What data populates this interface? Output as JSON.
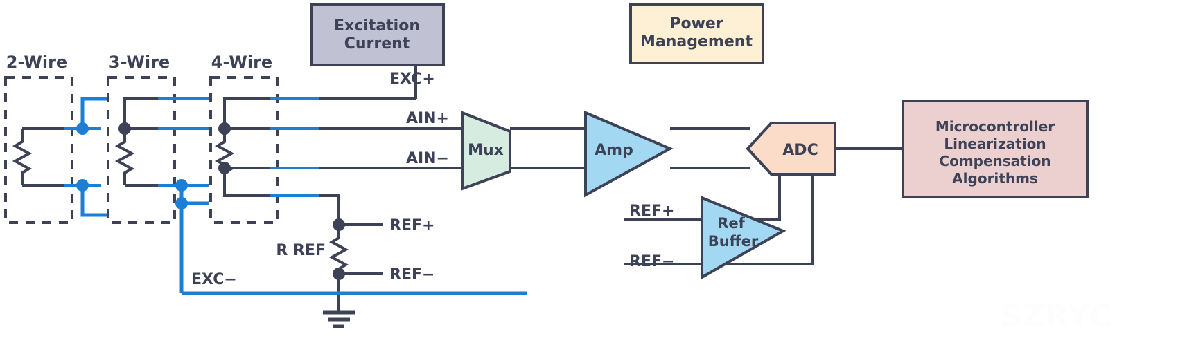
{
  "diagram": {
    "title_labels": {
      "two_wire": "2-Wire",
      "three_wire": "3-Wire",
      "four_wire": "4-Wire"
    },
    "blocks": [
      {
        "key": "excitation",
        "label_line1": "Excitation",
        "label_line2": "Current",
        "fill": "#c0c2d4",
        "stroke": "#3d4257",
        "shape": "rectangle"
      },
      {
        "key": "power",
        "label_line1": "Power",
        "label_line2": "Management",
        "fill": "#fdf0d5",
        "stroke": "#3d4257",
        "shape": "rectangle"
      },
      {
        "key": "mux",
        "label": "Mux",
        "fill": "#d6ece0",
        "stroke": "#3d4257",
        "shape": "trapezoid"
      },
      {
        "key": "amp",
        "label": "Amp",
        "fill": "#a2d8f2",
        "stroke": "#3d4257",
        "shape": "triangle"
      },
      {
        "key": "adc",
        "label": "ADC",
        "fill": "#fbdcc9",
        "stroke": "#3d4257",
        "shape": "pentagon"
      },
      {
        "key": "ref_buffer",
        "label_line1": "Ref",
        "label_line2": "Buffer",
        "fill": "#a2d8f2",
        "stroke": "#3d4257",
        "shape": "triangle"
      },
      {
        "key": "mcu",
        "label_line1": "Microcontroller",
        "label_line2": "Linearization",
        "label_line3": "Compensation",
        "label_line4": "Algorithms",
        "fill": "#eccfcf",
        "stroke": "#3d4257",
        "shape": "rectangle"
      }
    ],
    "signal_labels": {
      "exc_plus": "EXC+",
      "exc_minus": "EXC−",
      "ain_plus": "AIN+",
      "ain_minus": "AIN−",
      "ref_plus_left": "REF+",
      "ref_minus_left": "REF−",
      "ref_plus_right": "REF+",
      "ref_minus_right": "REF−",
      "r_ref": "R REF"
    },
    "colors": {
      "wire_dark": "#3d4257",
      "wire_blue": "#1c7fd4",
      "outline": "#3d4257",
      "background": "#ffffff",
      "watermark": "#fcfcfc"
    },
    "watermark": "SZRYC"
  }
}
